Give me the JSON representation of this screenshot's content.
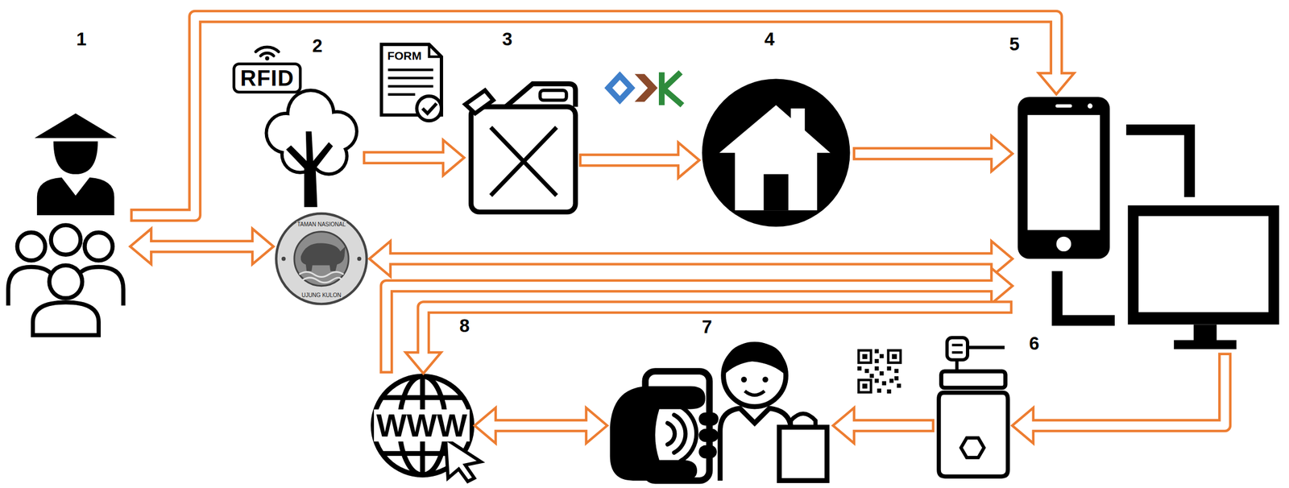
{
  "diagram": {
    "nodes": [
      {
        "text": [
          "1"
        ]
      },
      {
        "text": [
          "2"
        ]
      },
      {
        "text": [
          "RFID"
        ]
      },
      {
        "text": [
          "TAMAN NASIONAL",
          "UJUNG KULON"
        ]
      },
      {
        "text": [
          "FORM"
        ]
      },
      {
        "text": [
          "3"
        ]
      },
      {
        "text": [
          "4"
        ]
      },
      {
        "text": [
          "5"
        ]
      },
      {
        "text": [
          "8",
          "WWW"
        ]
      },
      {
        "text": [
          "7"
        ]
      },
      {
        "text": [
          "6"
        ]
      }
    ],
    "edges": [
      {
        "from": 0,
        "to": 3,
        "arrow": "both"
      },
      {
        "from": 0,
        "to": 7,
        "arrow": "to"
      },
      {
        "from": 1,
        "to": 5,
        "arrow": "to"
      },
      {
        "from": 5,
        "to": 6,
        "arrow": "to"
      },
      {
        "from": 6,
        "to": 7,
        "arrow": "to"
      },
      {
        "from": 3,
        "to": 7,
        "arrow": "both"
      },
      {
        "from": 8,
        "to": 7,
        "arrow": "to"
      },
      {
        "from": 7,
        "to": 8,
        "arrow": "to"
      },
      {
        "from": 7,
        "to": 10,
        "arrow": "to"
      },
      {
        "from": 10,
        "to": 9,
        "arrow": "to"
      },
      {
        "from": 8,
        "to": 9,
        "arrow": "both"
      }
    ]
  }
}
